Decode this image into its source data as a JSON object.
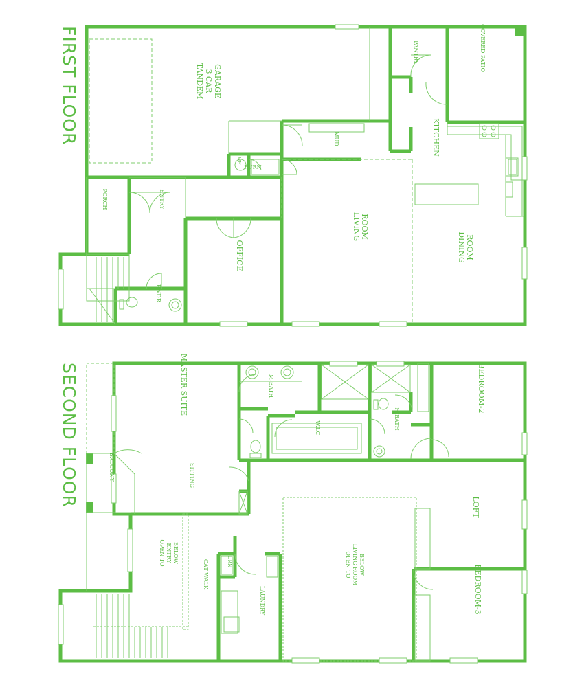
{
  "colors": {
    "wall": "#5cbd45",
    "thin": "#7fce6c",
    "background": "#ffffff"
  },
  "floors": {
    "first": {
      "title": "FIRST FLOOR",
      "rooms": {
        "garage": "TANDEM\n3 CAR\nGARAGE",
        "pantry": "PANTRY",
        "covered_patio": "COVERED PATIO",
        "mud": "MUD",
        "kitchen": "KITCHEN",
        "porch": "PORCH",
        "entry": "ENTRY",
        "office": "OFFICE",
        "living_room": "LIVING\nROOM",
        "dining_room": "DINING\nROOM",
        "powder": "PWDR.",
        "furnace": "FURN",
        "water_heater": "WH"
      }
    },
    "second": {
      "title": "SECOND FLOOR",
      "rooms": {
        "master_suite": "MASTER SUITE",
        "master_bath": "M-BATH",
        "wic": "W.I.C.",
        "hall_bath": "H-BATH",
        "bedroom2": "BEDROOM-2",
        "balcony": "BALCONY",
        "sitting": "SITTING",
        "loft": "LOFT",
        "open_to_entry": "OPEN TO\nENTRY\nBELOW",
        "catwalk": "CAT WALK",
        "furnace": "FURN",
        "laundry": "LAUNDRY",
        "open_to_living": "OPEN TO\nLIVING ROOM\nBELOW",
        "bedroom3": "BEDROOM-3"
      }
    }
  }
}
